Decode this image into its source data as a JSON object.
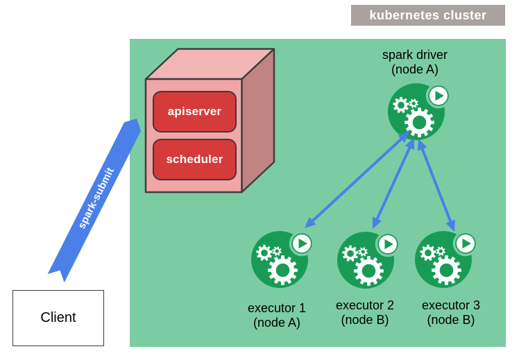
{
  "title": {
    "label": "kubernetes cluster"
  },
  "colors": {
    "cluster_bg": "#7CCCA3",
    "title_bg": "#A9A29F",
    "title_text": "#FFFFFF",
    "pod_green": "#189C55",
    "pod_white": "#FFFFFF",
    "cube_front": "#F0A6A6",
    "cube_top": "#F2B5B5",
    "cube_side": "#C08484",
    "cube_outline": "#3F3F3F",
    "red_box": "#D53B3B",
    "red_box_outline": "#3B3B3B",
    "arrow_blue": "#4A80E8",
    "label_text": "#000000"
  },
  "control_plane": {
    "boxes": [
      {
        "label": "apiserver"
      },
      {
        "label": "scheduler"
      }
    ]
  },
  "client": {
    "label": "Client"
  },
  "submit_arrow": {
    "label": "spark-submit"
  },
  "driver": {
    "name": "spark driver",
    "node": "(node A)"
  },
  "executors": [
    {
      "name": "executor 1",
      "node": "(node A)"
    },
    {
      "name": "executor 2",
      "node": "(node B)"
    },
    {
      "name": "executor 3",
      "node": "(node B)"
    }
  ]
}
